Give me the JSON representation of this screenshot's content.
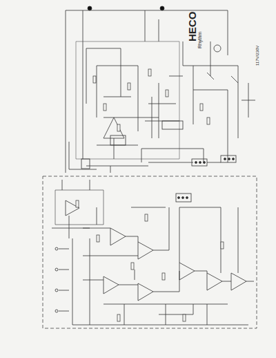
{
  "diagram": {
    "labels": [
      "HECO",
      "Rhythm",
      "117V/230V"
    ]
  }
}
